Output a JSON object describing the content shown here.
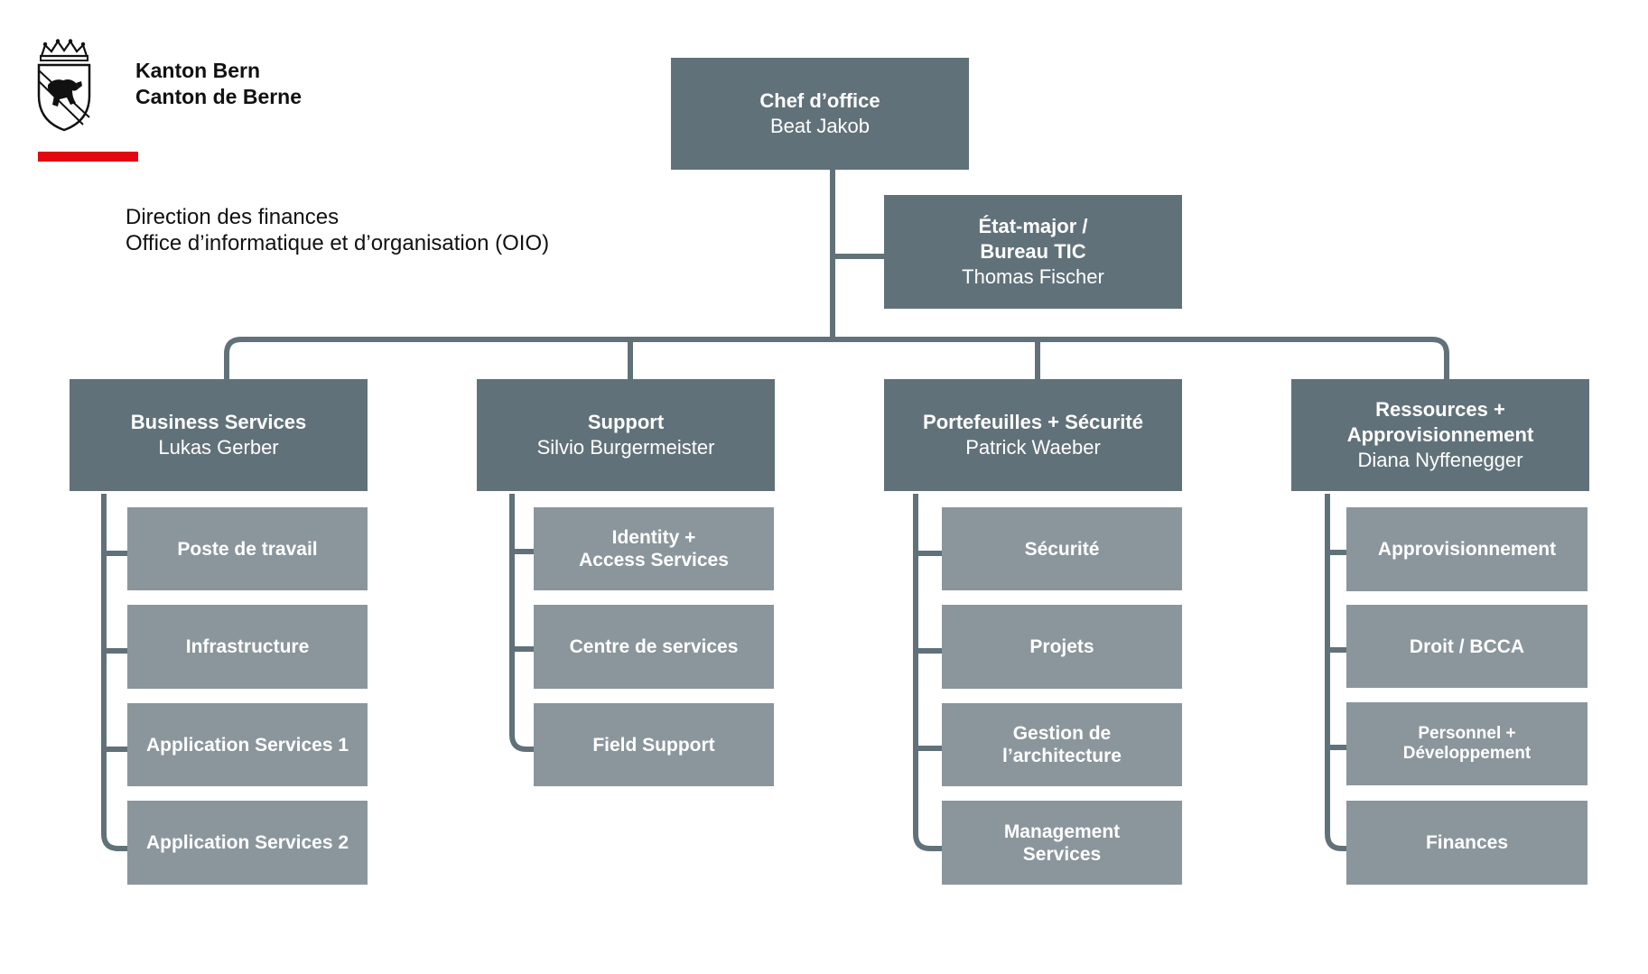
{
  "brand": {
    "line1": "Kanton Bern",
    "line2": "Canton de Berne",
    "accent_color": "#e30613"
  },
  "department": {
    "line1": "Direction des finances",
    "line2": "Office d’informatique et d’organisation (OIO)"
  },
  "colors": {
    "head_box": "#617179",
    "unit_box": "#8b969c",
    "connector": "#617179"
  },
  "chief": {
    "title": "Chef d’office",
    "name": "Beat Jakob"
  },
  "staff": {
    "title": "État-major /\nBureau TIC",
    "name": "Thomas Fischer"
  },
  "divisions": [
    {
      "title": "Business Services",
      "name": "Lukas Gerber",
      "units": [
        "Poste de travail",
        "Infrastructure",
        "Application Services 1",
        "Application Services 2"
      ]
    },
    {
      "title": "Support",
      "name": "Silvio Burgermeister",
      "units": [
        "Identity +\nAccess Services",
        "Centre de services",
        "Field Support"
      ]
    },
    {
      "title": "Portefeuilles + Sécurité",
      "name": "Patrick Waeber",
      "units": [
        "Sécurité",
        "Projets",
        "Gestion de\nl’architecture",
        "Management\nServices"
      ]
    },
    {
      "title": "Ressources +\nApprovisionnement",
      "name": "Diana Nyffenegger",
      "units": [
        "Approvisionnement",
        "Droit / BCCA",
        "Personnel +\nDéveloppement",
        "Finances"
      ]
    }
  ]
}
